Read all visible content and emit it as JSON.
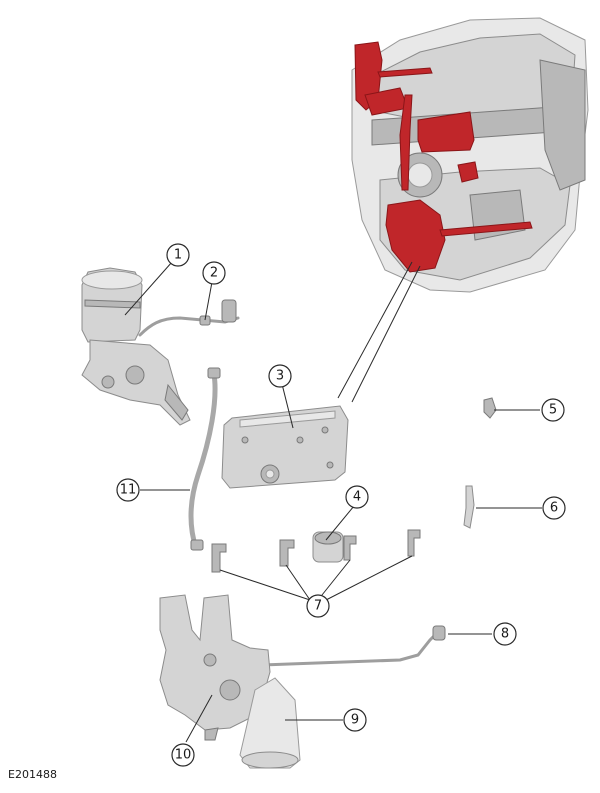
{
  "reference": "E201488",
  "callouts": [
    {
      "label": "1"
    },
    {
      "label": "2"
    },
    {
      "label": "3"
    },
    {
      "label": "4"
    },
    {
      "label": "5"
    },
    {
      "label": "6"
    },
    {
      "label": "7"
    },
    {
      "label": "8"
    },
    {
      "label": "9"
    },
    {
      "label": "10"
    },
    {
      "label": "11"
    }
  ],
  "colors": {
    "highlight": "#c0262a",
    "part": "#d4d4d4",
    "line": "#2a2a2a"
  }
}
